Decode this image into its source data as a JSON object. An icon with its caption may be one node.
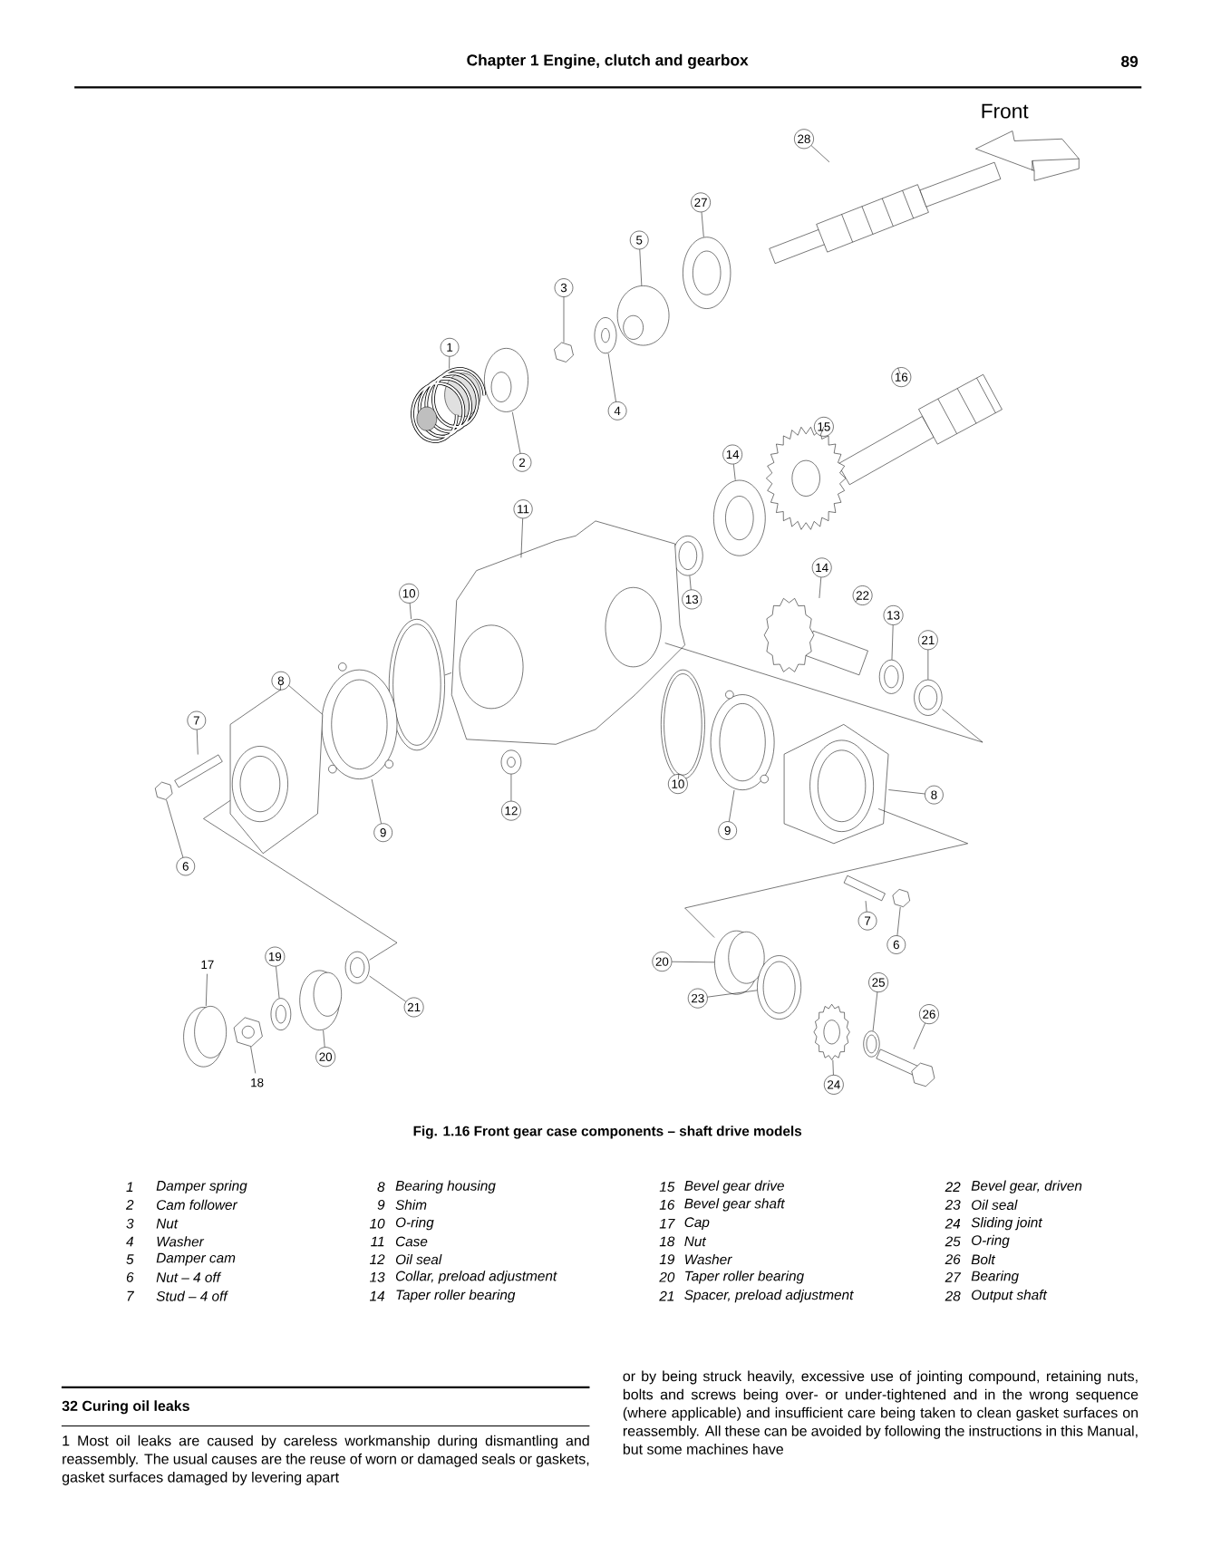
{
  "diagram": {
    "caption": "Fig. 1.16 Front gear case components – shaft drive models",
    "nodes": [
      {
        "text": [
          "28"
        ]
      },
      {
        "text": [
          "27"
        ]
      },
      {
        "text": [
          "5"
        ]
      },
      {
        "text": [
          "3"
        ]
      },
      {
        "text": [
          "1"
        ]
      },
      {
        "text": [
          "4"
        ]
      },
      {
        "text": [
          "2"
        ]
      },
      {
        "text": [
          "16"
        ]
      },
      {
        "text": [
          "15"
        ]
      },
      {
        "text": [
          "14"
        ]
      },
      {
        "text": [
          "11"
        ]
      },
      {
        "text": [
          "14"
        ]
      },
      {
        "text": [
          "22"
        ]
      },
      {
        "text": [
          "13"
        ]
      },
      {
        "text": [
          "13"
        ]
      },
      {
        "text": [
          "21"
        ]
      },
      {
        "text": [
          "10"
        ]
      },
      {
        "text": [
          "8"
        ]
      },
      {
        "text": [
          "7"
        ]
      },
      {
        "text": [
          "12"
        ]
      },
      {
        "text": [
          "10"
        ]
      },
      {
        "text": [
          "9"
        ]
      },
      {
        "text": [
          "9"
        ]
      },
      {
        "text": [
          "8"
        ]
      },
      {
        "text": [
          "6"
        ]
      },
      {
        "text": [
          "7"
        ]
      },
      {
        "text": [
          "6"
        ]
      },
      {
        "text": [
          "17"
        ]
      },
      {
        "text": [
          "19"
        ]
      },
      {
        "text": [
          "20"
        ]
      },
      {
        "text": [
          "21"
        ]
      },
      {
        "text": [
          "18"
        ]
      },
      {
        "text": [
          "20"
        ]
      },
      {
        "text": [
          "23"
        ]
      },
      {
        "text": [
          "25"
        ]
      },
      {
        "text": [
          "26"
        ]
      },
      {
        "text": [
          "24"
        ]
      },
      {
        "text": [],
        "shape": "picture"
      },
      {
        "text": [],
        "shape": "picture"
      },
      {
        "text": [],
        "shape": "picture"
      },
      {
        "text": [],
        "shape": "picture"
      },
      {
        "text": [],
        "shape": "picture"
      },
      {
        "text": [],
        "shape": "picture"
      },
      {
        "text": [],
        "shape": "picture"
      },
      {
        "text": [],
        "shape": "picture"
      },
      {
        "text": [],
        "shape": "picture"
      },
      {
        "text": [],
        "shape": "picture"
      },
      {
        "text": [],
        "shape": "picture"
      },
      {
        "text": [],
        "shape": "picture"
      },
      {
        "text": [],
        "shape": "picture"
      },
      {
        "text": [],
        "shape": "picture"
      },
      {
        "text": [],
        "shape": "picture"
      },
      {
        "text": [],
        "shape": "picture"
      },
      {
        "text": [],
        "shape": "picture"
      },
      {
        "text": [],
        "shape": "picture"
      },
      {
        "text": [],
        "shape": "picture"
      },
      {
        "text": [],
        "shape": "picture"
      },
      {
        "text": [],
        "shape": "picture"
      },
      {
        "text": [],
        "shape": "picture"
      },
      {
        "text": [],
        "shape": "picture"
      },
      {
        "text": [],
        "shape": "picture"
      },
      {
        "text": [],
        "shape": "picture"
      },
      {
        "text": [],
        "shape": "picture"
      },
      {
        "text": [],
        "shape": "picture"
      },
      {
        "text": [],
        "shape": "picture"
      },
      {
        "text": [],
        "shape": "picture"
      },
      {
        "text": [],
        "shape": "picture"
      },
      {
        "text": [],
        "shape": "picture"
      },
      {
        "text": [],
        "shape": "picture"
      },
      {
        "text": [],
        "shape": "picture"
      },
      {
        "text": [],
        "shape": "picture"
      },
      {
        "text": [],
        "shape": "picture"
      },
      {
        "text": [],
        "shape": "picture"
      }
    ],
    "edges": [
      {
        "from": 0,
        "to": 37,
        "arrow": "none"
      },
      {
        "from": 1,
        "to": 38,
        "arrow": "none"
      },
      {
        "from": 2,
        "to": 39,
        "arrow": "none"
      },
      {
        "from": 3,
        "to": 41,
        "arrow": "none"
      },
      {
        "from": 4,
        "to": 42,
        "arrow": "none"
      },
      {
        "from": 5,
        "to": 40,
        "arrow": "none"
      },
      {
        "from": 6,
        "to": 43,
        "arrow": "none"
      },
      {
        "from": 7,
        "to": 44,
        "arrow": "none"
      },
      {
        "from": 8,
        "to": 45,
        "arrow": "none"
      },
      {
        "from": 9,
        "to": 46,
        "arrow": "none"
      },
      {
        "from": 10,
        "to": 48,
        "arrow": "none"
      },
      {
        "from": 11,
        "to": 49,
        "arrow": "none"
      },
      {
        "from": 12,
        "to": 49,
        "arrow": "none"
      },
      {
        "from": 13,
        "to": 47,
        "arrow": "none"
      },
      {
        "from": 14,
        "to": 50,
        "arrow": "none"
      },
      {
        "from": 15,
        "to": 51,
        "arrow": "none"
      },
      {
        "from": 16,
        "to": 52,
        "arrow": "none"
      },
      {
        "from": 17,
        "to": 56,
        "arrow": "none"
      },
      {
        "from": 18,
        "to": 58,
        "arrow": "none"
      },
      {
        "from": 19,
        "to": 60,
        "arrow": "none"
      },
      {
        "from": 20,
        "to": 53,
        "arrow": "none"
      },
      {
        "from": 21,
        "to": 54,
        "arrow": "none"
      },
      {
        "from": 22,
        "to": 55,
        "arrow": "none"
      },
      {
        "from": 23,
        "to": 57,
        "arrow": "none"
      },
      {
        "from": 24,
        "to": 59,
        "arrow": "none"
      },
      {
        "from": 25,
        "to": 61,
        "arrow": "none"
      },
      {
        "from": 26,
        "to": 62,
        "arrow": "none"
      },
      {
        "from": 27,
        "to": 63,
        "arrow": "none"
      },
      {
        "from": 28,
        "to": 65,
        "arrow": "none"
      },
      {
        "from": 29,
        "to": 66,
        "arrow": "none"
      },
      {
        "from": 30,
        "to": 67,
        "arrow": "none"
      },
      {
        "from": 31,
        "to": 64,
        "arrow": "none"
      },
      {
        "from": 32,
        "to": 68,
        "arrow": "none"
      },
      {
        "from": 33,
        "to": 69,
        "arrow": "none"
      },
      {
        "from": 34,
        "to": 71,
        "arrow": "none"
      },
      {
        "from": 35,
        "to": 72,
        "arrow": "none"
      },
      {
        "from": 36,
        "to": 70,
        "arrow": "none"
      },
      {
        "from": 56,
        "to": 67,
        "arrow": "none"
      },
      {
        "from": 48,
        "to": 51,
        "arrow": "none"
      },
      {
        "from": 57,
        "to": 68,
        "arrow": "none"
      },
      {
        "from": 52,
        "to": 48,
        "arrow": "none"
      }
    ],
    "labels": [
      "Chapter 1 Engine, clutch and gearbox",
      "89",
      "Front",
      "1",
      "Damper spring",
      "8",
      "Bearing housing",
      "15",
      "Bevel gear drive",
      "22",
      "Bevel gear, driven",
      "2",
      "Cam follower",
      "9",
      "Shim",
      "16",
      "Bevel gear shaft",
      "23",
      "Oil seal",
      "3",
      "Nut",
      "10",
      "O-ring",
      "17",
      "Cap",
      "24",
      "Sliding joint",
      "4",
      "Washer",
      "11",
      "Case",
      "18",
      "Nut",
      "25",
      "O-ring",
      "5",
      "Damper cam",
      "12",
      "Oil seal",
      "19",
      "Washer",
      "26",
      "Bolt",
      "6",
      "Nut – 4 off",
      "13",
      "Collar, preload adjustment",
      "20",
      "Taper roller bearing",
      "27",
      "Bearing",
      "7",
      "Stud – 4 off",
      "14",
      "Taper roller bearing",
      "21",
      "Spacer, preload adjustment",
      "28",
      "Output shaft",
      "32 Curing oil leaks",
      "1 Most oil leaks are caused by careless workmanship during dismantling and reassembly. The usual causes are the reuse of worn or damaged seals or gaskets, gasket surfaces damaged by levering apart",
      "or by being struck heavily, excessive use of jointing compound, retaining nuts, bolts and screws being over- or under-tightened and in the wrong sequence (where applicable) and insufficient care being taken to clean gasket surfaces on reassembly. All these can be avoided by following the instructions in this Manual, but some machines have"
    ]
  }
}
